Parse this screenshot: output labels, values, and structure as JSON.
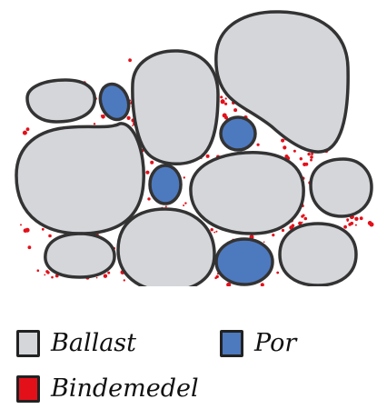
{
  "diagram": {
    "colors": {
      "ballast": "#d4d6da",
      "por": "#4d79bf",
      "binder": "#e3101a",
      "outline": "#333333"
    },
    "components": {
      "ballast": "Ballast",
      "por": "Por",
      "binder": "Bindemedel"
    }
  },
  "legend": {
    "items": [
      {
        "key": "ballast",
        "label": "Ballast",
        "color": "#d4d6da"
      },
      {
        "key": "por",
        "label": "Por",
        "color": "#4d79bf"
      },
      {
        "key": "binder",
        "label": "Bindemedel",
        "color": "#e3101a"
      }
    ]
  }
}
